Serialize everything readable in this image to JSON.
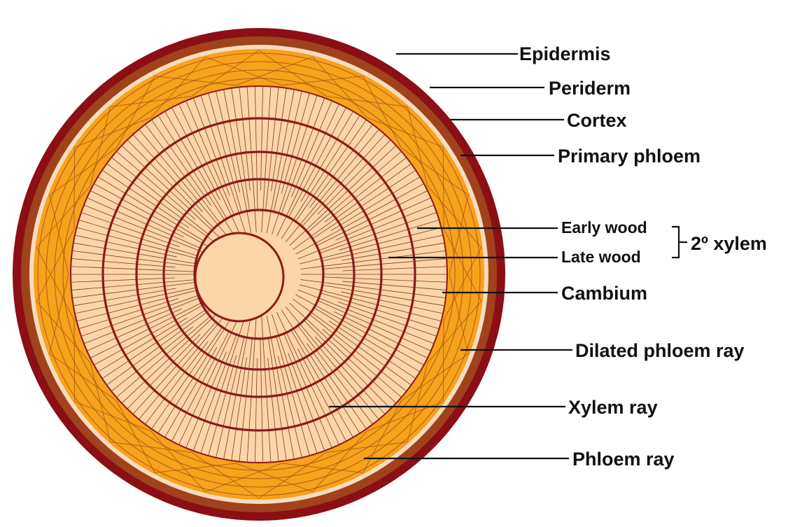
{
  "labels": {
    "epidermis": "Epidermis",
    "periderm": "Periderm",
    "cortex": "Cortex",
    "primary_phloem": "Primary phloem",
    "early_wood": "Early wood",
    "late_wood": "Late wood",
    "secondary_xylem": "2º xylem",
    "cambium": "Cambium",
    "dilated_phloem_ray": "Dilated phloem ray",
    "xylem_ray": "Xylem ray",
    "phloem_ray": "Phloem ray"
  },
  "colors": {
    "epidermis": "#8b0f14",
    "periderm": "#a0421c",
    "cortex_line": "#f7dcc0",
    "phloem": "#f7a21b",
    "phloem_line": "#9b4a12",
    "wood": "#fcd5a8",
    "growth_ring": "#8b1a1a",
    "ray_line": "#6b1e10",
    "pith": "#fcd5a8",
    "label_text": "#111111"
  }
}
